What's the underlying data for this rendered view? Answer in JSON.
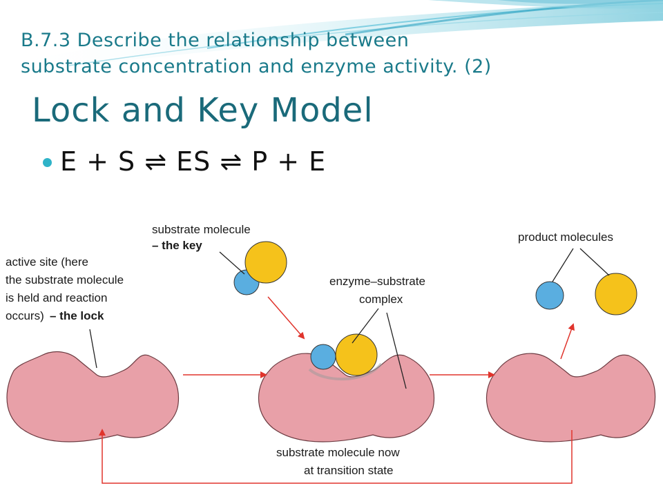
{
  "slide": {
    "subtitle_line1": "B.7.3 Describe the relationship between",
    "subtitle_line2": "substrate concentration and enzyme activity. (2)",
    "title": "Lock and Key Model",
    "bullet": "E + S ⇌ ES ⇌ P + E"
  },
  "diagram": {
    "label_substrate_line1": "substrate molecule",
    "label_substrate_line2": "– the key",
    "label_active_line1": "active site (here",
    "label_active_line2": "the substrate molecule",
    "label_active_line3": "is held and reaction",
    "label_active_line4": "occurs)",
    "label_active_lock": "– the lock",
    "label_complex_line1": "enzyme–substrate",
    "label_complex_line2": "complex",
    "label_product": "product molecules",
    "label_transition_line1": "substrate molecule now",
    "label_transition_line2": "at transition state"
  },
  "colors": {
    "title": "#1a6a7a",
    "subtitle": "#1a7a8a",
    "bullet": "#2fb3c8",
    "enzyme": "#e8a0a8",
    "enzyme_stroke": "#6b3a40",
    "substrate_blue": "#5aaee0",
    "substrate_yellow": "#f5c21b",
    "arrow": "#e0342c"
  }
}
